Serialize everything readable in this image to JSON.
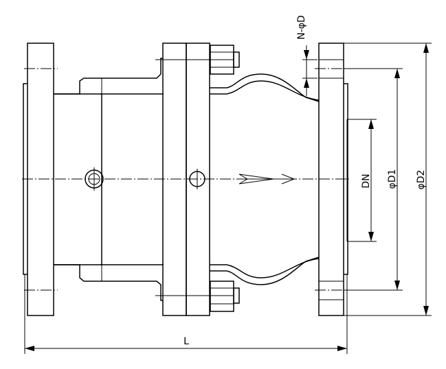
{
  "labels": {
    "bolt_holes": "N-φD",
    "nominal_diameter": "DN",
    "bolt_circle_diameter": "φD1",
    "flange_outer_diameter": "φD2",
    "overall_length": "L"
  }
}
